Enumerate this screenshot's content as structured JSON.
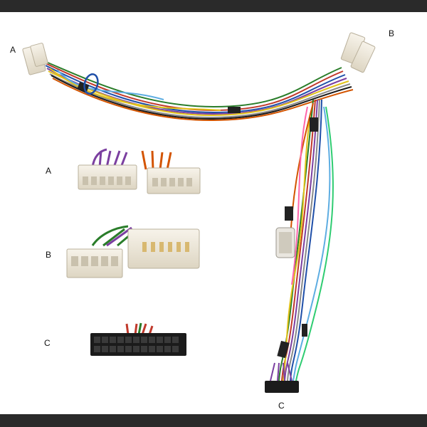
{
  "labels": {
    "end_a": "A",
    "end_b": "B",
    "end_c": "C",
    "detail_a": "A",
    "detail_b": "B",
    "detail_c": "C"
  },
  "colors": {
    "frame_bar": "#2a2a2a",
    "background": "#ffffff",
    "connector_white": "#efe9dc",
    "connector_black": "#1b1b1b"
  }
}
